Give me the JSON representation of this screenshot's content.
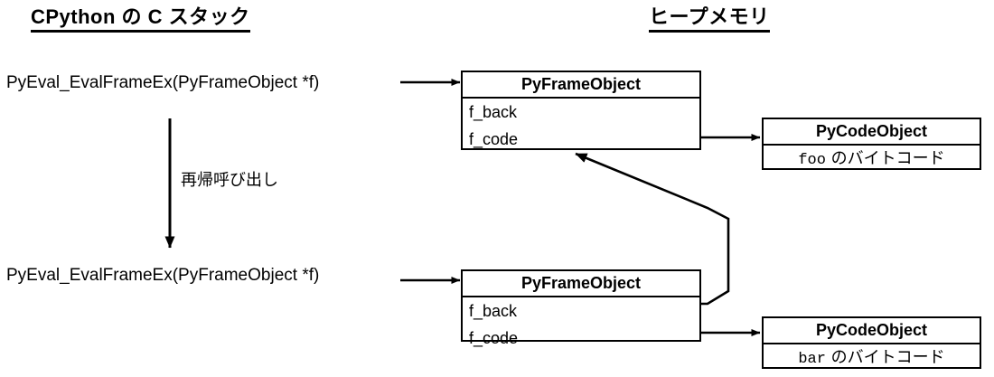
{
  "diagram": {
    "title_left": "CPython の C スタック",
    "title_right": "ヒープメモリ",
    "stack": {
      "top_call": "PyEval_EvalFrameEx(PyFrameObject *f)",
      "bottom_call": "PyEval_EvalFrameEx(PyFrameObject *f)",
      "recursion_label": "再帰呼び出し"
    },
    "frame_top": {
      "title": "PyFrameObject",
      "fields": [
        "f_back",
        "f_code"
      ]
    },
    "frame_bottom": {
      "title": "PyFrameObject",
      "fields": [
        "f_back",
        "f_code"
      ]
    },
    "code_top": {
      "title": "PyCodeObject",
      "ident": "foo",
      "suffix": " のバイトコード"
    },
    "code_bottom": {
      "title": "PyCodeObject",
      "ident": "bar",
      "suffix": " のバイトコード"
    },
    "colors": {
      "ink": "#000000",
      "paper": "#ffffff"
    }
  }
}
